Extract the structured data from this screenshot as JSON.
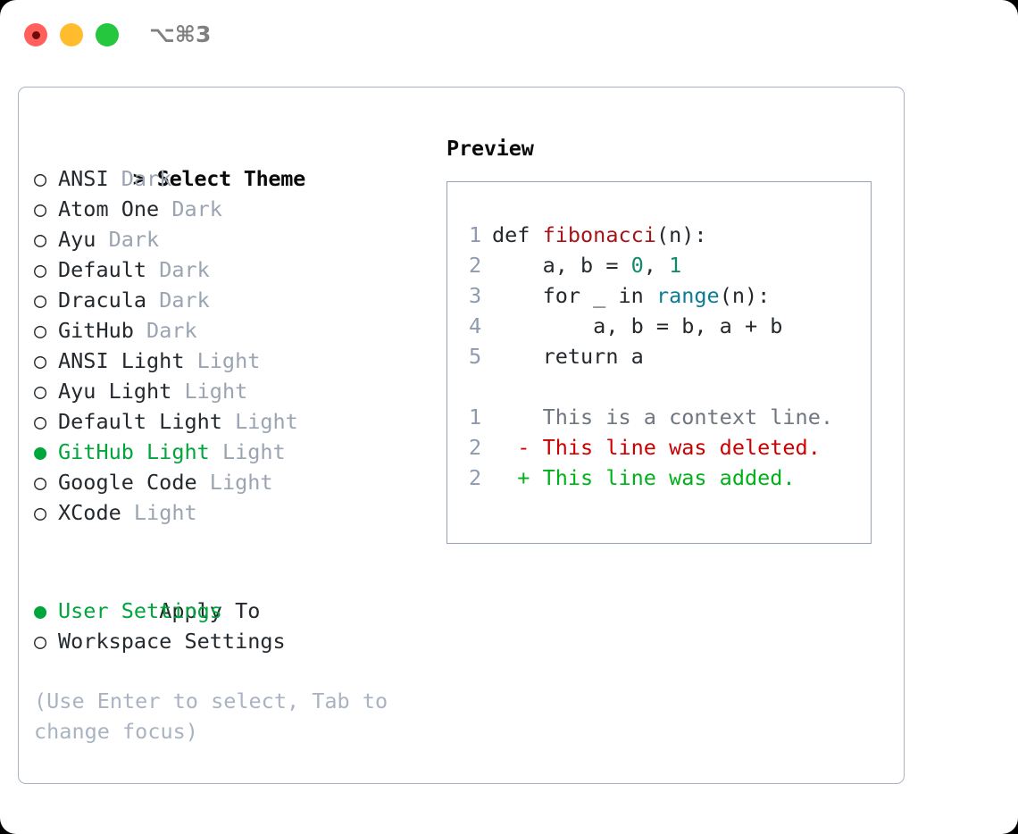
{
  "window": {
    "shortcut_label": "⌥⌘3",
    "traffic_lights": [
      {
        "name": "close",
        "color": "#ff605c"
      },
      {
        "name": "minimize",
        "color": "#ffbd2e"
      },
      {
        "name": "maximize",
        "color": "#25c73e"
      }
    ]
  },
  "theme_selector": {
    "header_marker": ">",
    "header_label": "Select Theme",
    "unselected_marker": "○",
    "selected_marker": "●",
    "items": [
      {
        "marker": "○",
        "name": "ANSI",
        "variant": "Dark",
        "selected": false
      },
      {
        "marker": "○",
        "name": "Atom One",
        "variant": "Dark",
        "selected": false
      },
      {
        "marker": "○",
        "name": "Ayu",
        "variant": "Dark",
        "selected": false
      },
      {
        "marker": "○",
        "name": "Default",
        "variant": "Dark",
        "selected": false
      },
      {
        "marker": "○",
        "name": "Dracula",
        "variant": "Dark",
        "selected": false
      },
      {
        "marker": "○",
        "name": "GitHub",
        "variant": "Dark",
        "selected": false
      },
      {
        "marker": "○",
        "name": "ANSI Light",
        "variant": "Light",
        "selected": false
      },
      {
        "marker": "○",
        "name": "Ayu Light",
        "variant": "Light",
        "selected": false
      },
      {
        "marker": "○",
        "name": "Default Light",
        "variant": "Light",
        "selected": false
      },
      {
        "marker": "●",
        "name": "GitHub Light",
        "variant": "Light",
        "selected": true
      },
      {
        "marker": "○",
        "name": "Google Code",
        "variant": "Light",
        "selected": false
      },
      {
        "marker": "○",
        "name": "XCode",
        "variant": "Light",
        "selected": false
      }
    ]
  },
  "apply_to": {
    "header_label": "Apply To",
    "options": [
      {
        "marker": "●",
        "label": "User Settings",
        "selected": true
      },
      {
        "marker": "○",
        "label": "Workspace Settings",
        "selected": false
      }
    ]
  },
  "hint": {
    "text": "(Use Enter to select, Tab to change focus)"
  },
  "preview": {
    "title": "Preview",
    "code": [
      {
        "lineno": "1",
        "segments": [
          {
            "text": "def ",
            "token": "plain"
          },
          {
            "text": "fibonacci",
            "token": "function"
          },
          {
            "text": "(n):",
            "token": "plain"
          }
        ]
      },
      {
        "lineno": "2",
        "segments": [
          {
            "text": "    a, b = ",
            "token": "plain"
          },
          {
            "text": "0",
            "token": "number"
          },
          {
            "text": ", ",
            "token": "plain"
          },
          {
            "text": "1",
            "token": "number"
          }
        ]
      },
      {
        "lineno": "3",
        "segments": [
          {
            "text": "    for _ in ",
            "token": "plain"
          },
          {
            "text": "range",
            "token": "call"
          },
          {
            "text": "(n):",
            "token": "plain"
          }
        ]
      },
      {
        "lineno": "4",
        "segments": [
          {
            "text": "        a, b = b, a + b",
            "token": "plain"
          }
        ]
      },
      {
        "lineno": "5",
        "segments": [
          {
            "text": "    return a",
            "token": "plain"
          }
        ]
      }
    ],
    "diff": [
      {
        "lineno": "1",
        "sign": " ",
        "text": "This is a context line.",
        "kind": "context"
      },
      {
        "lineno": "2",
        "sign": "-",
        "text": "This line was deleted.",
        "kind": "deleted"
      },
      {
        "lineno": "2",
        "sign": "+",
        "text": "This line was added.",
        "kind": "added"
      }
    ]
  },
  "colors": {
    "accent_green": "#00a63c",
    "muted": "#9aa4b2",
    "border": "#aab4c2",
    "diff_delete": "#cc0000",
    "diff_add": "#00b21a",
    "syntax_function": "#a4161a",
    "syntax_call": "#0b7c91",
    "syntax_number": "#0f8a6a"
  }
}
